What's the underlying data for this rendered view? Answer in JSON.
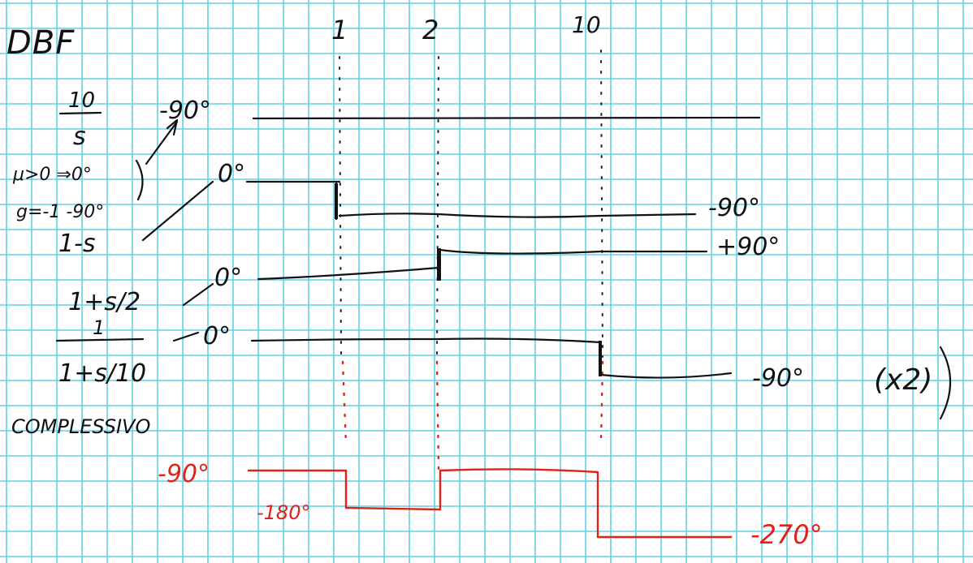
{
  "title": "DBF",
  "frequency_markers": [
    "1",
    "2",
    "10"
  ],
  "terms": {
    "integrator": {
      "numerator": "10",
      "denominator": "s",
      "phase": "-90°",
      "note_line1": "μ>0 ⇒0°",
      "note_line2": "g=-1 -90°"
    },
    "zero_rhp": {
      "label": "1-s",
      "phase_start": "0°",
      "phase_end": "-90°"
    },
    "zero_lhp": {
      "label": "1+s/2",
      "phase_start": "0°",
      "phase_end": "+90°"
    },
    "double_pole": {
      "numerator": "1",
      "denominator": "1+s/10",
      "phase_start": "0°",
      "phase_end": "-90°",
      "multiplicity": "(x2)"
    }
  },
  "total": {
    "label": "COMPLESSIVO",
    "phase_1": "-90°",
    "phase_2": "-180°",
    "phase_3": "-270°"
  },
  "colors": {
    "grid": "#5fd3e6",
    "ink": "#111111",
    "total": "#e0221a"
  }
}
